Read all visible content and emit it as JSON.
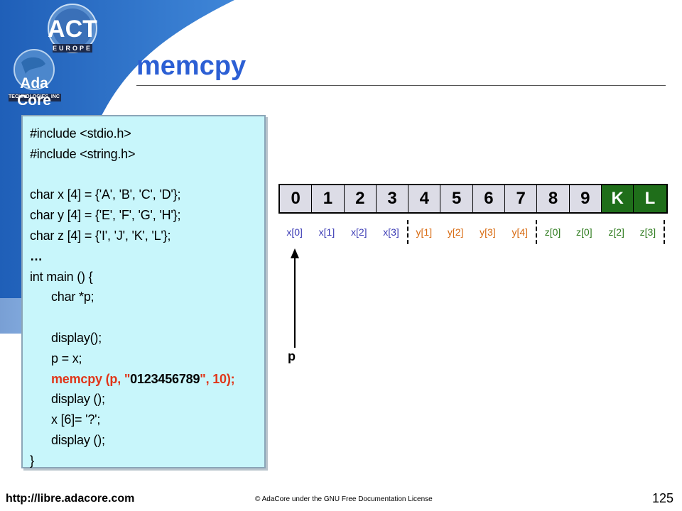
{
  "title": "memcpy",
  "logos": {
    "act": {
      "text": "ACT",
      "sub": "EUROPE"
    },
    "ada": {
      "text": "Ada Core",
      "sub": "TECHNOLOGIES, INC"
    }
  },
  "code": {
    "lines": [
      "#include <stdio.h>",
      "#include <string.h>",
      "",
      "char x [4] = {'A', 'B', 'C', 'D'};",
      "char y [4] = {'E', 'F', 'G', 'H'};",
      "char z [4] = {'I', 'J', 'K', 'L'};",
      "…",
      "int main () {",
      "char *p;",
      "",
      "display();",
      "p = x;",
      "memcpy (p, \"",
      "display ();",
      "x [6]= '?';",
      "display ();",
      "}"
    ],
    "memcpy_parts": [
      "memcpy (p, \"",
      "0123456789",
      "\", 10);"
    ]
  },
  "memory": {
    "cells": [
      "0",
      "1",
      "2",
      "3",
      "4",
      "5",
      "6",
      "7",
      "8",
      "9",
      "K",
      "L"
    ],
    "labels": [
      "x[0]",
      "x[1]",
      "x[2]",
      "x[3]",
      "y[1]",
      "y[2]",
      "y[3]",
      "y[4]",
      "z[0]",
      "z[0]",
      "z[2]",
      "z[3]"
    ]
  },
  "pointer": {
    "label": "p"
  },
  "footer": {
    "url": "http://libre.adacore.com",
    "copyright": "© AdaCore under the GNU Free Documentation License",
    "page": "125"
  },
  "colors": {
    "title": "#2c5fd4",
    "code_bg": "#c8f6fb",
    "highlight": "#e0361a",
    "cell_bg": "#dcdce6",
    "cell_green": "#1f6e1a",
    "x_label": "#3b3bb5",
    "y_label": "#d86a10",
    "z_label": "#2e7b1e"
  }
}
